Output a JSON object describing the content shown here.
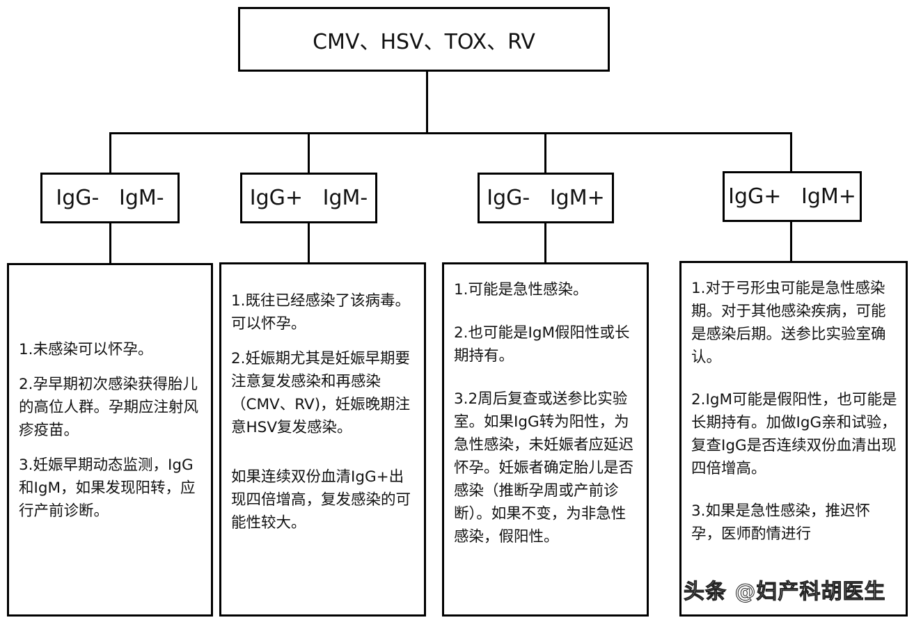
{
  "root": {
    "title": "CMV、HSV、TOX、RV"
  },
  "groups": [
    {
      "header": "IgG-   IgM-",
      "items": [
        "1.未感染可以怀孕。",
        "2.孕早期初次感染获得胎儿的高位人群。孕期应注射风疹疫苗。",
        "3.妊娠早期动态监测，IgG和IgM，如果发现阳转，应行产前诊断。"
      ]
    },
    {
      "header": "IgG+   IgM-",
      "items": [
        "1.既往已经感染了该病毒。可以怀孕。",
        "2.妊娠期尤其是妊娠早期要注意复发感染和再感染（CMV、RV)，妊娠晚期注意HSV复发感染。",
        "如果连续双份血清IgG+出现四倍增高，复发感染的可能性较大。"
      ]
    },
    {
      "header": "IgG-   IgM+",
      "items": [
        "1.可能是急性感染。",
        "2.也可能是IgM假阳性或长期持有。",
        "3.2周后复查或送参比实验室。如果IgG转为阳性，为急性感染，未妊娠者应延迟怀孕。妊娠者确定胎儿是否感染（推断孕周或产前诊断）。如果不变，为非急性感染，假阳性。"
      ]
    },
    {
      "header": "IgG+   IgM+",
      "items": [
        "1.对于弓形虫可能是急性感染期。对于其他感染疾病，可能是感染后期。送参比实验室确认。",
        "2.IgM可能是假阳性，也可能是长期持有。加做IgG亲和试验，复查IgG是否连续双份血清出现四倍增高。",
        "3.如果是急性感染，推迟怀孕，医师酌情进行"
      ]
    }
  ],
  "watermark": "头条 @妇产科胡医生"
}
